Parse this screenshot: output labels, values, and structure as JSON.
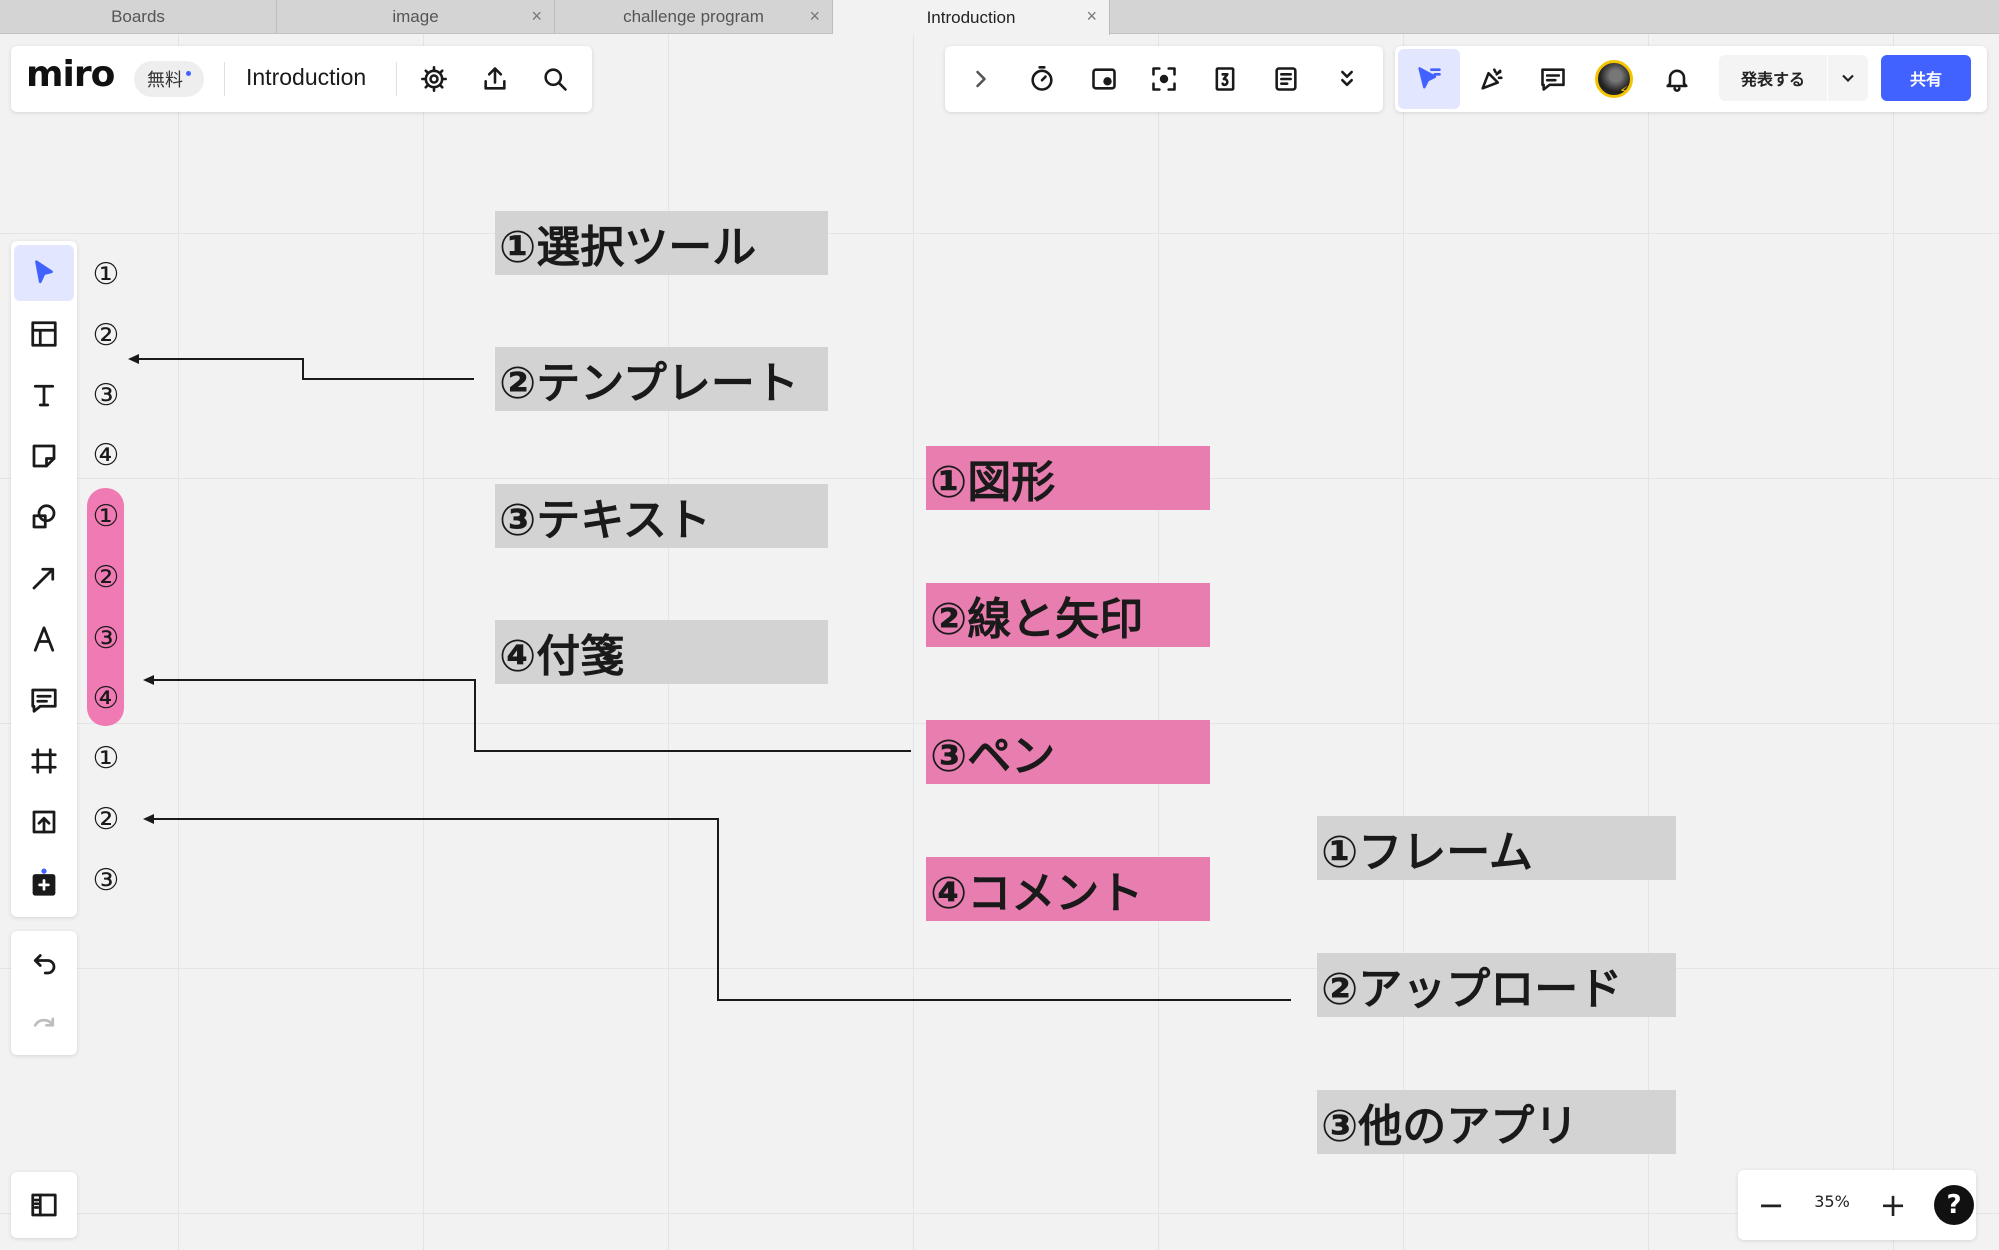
{
  "browser_tabs": [
    {
      "label": "Boards"
    },
    {
      "label": "image"
    },
    {
      "label": "challenge program"
    },
    {
      "label": "Introduction"
    }
  ],
  "header": {
    "logo": "miro",
    "plan_badge": "無料",
    "board_title": "Introduction"
  },
  "top_right": {
    "present_label": "発表する",
    "share_label": "共有"
  },
  "left_numbers": [
    "①",
    "②",
    "③",
    "④",
    "①",
    "②",
    "③",
    "④",
    "①",
    "②",
    "③"
  ],
  "labels": {
    "group1": [
      "①選択ツール",
      "②テンプレート",
      "③テキスト",
      "④付箋"
    ],
    "group2": [
      "①図形",
      "②線と矢印",
      "③ペン",
      "④コメント"
    ],
    "group3": [
      "①フレーム",
      "②アップロード",
      "③他のアプリ"
    ]
  },
  "zoom": {
    "minus": "−",
    "level": "35%",
    "plus": "+",
    "help": "?"
  },
  "colors": {
    "accent": "#4262ff",
    "pink": "#e87db0",
    "gray_card": "#d3d3d3"
  }
}
